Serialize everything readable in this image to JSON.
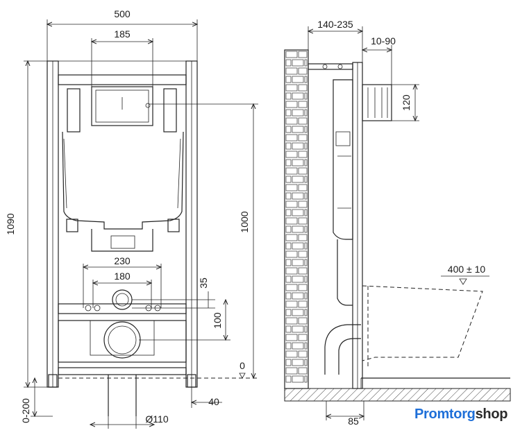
{
  "dimensions": {
    "frame_width": "500",
    "flush_plate_width": "185",
    "frame_height": "1090",
    "mount_height": "1000",
    "bolt_spacing_outer": "230",
    "bolt_spacing_inner": "180",
    "feed_offset": "35",
    "drain_height": "100",
    "floor_level": "0",
    "leg_adjust": "0-200",
    "leg_offset": "40",
    "drain_diameter": "Ø110",
    "wall_gap": "140-235",
    "plate_depth": "10-90",
    "plate_height": "120",
    "bowl_height": "400 ± 10",
    "drain_setback": "85"
  },
  "logo": {
    "part1": "Promtorg",
    "part2": "shop"
  }
}
